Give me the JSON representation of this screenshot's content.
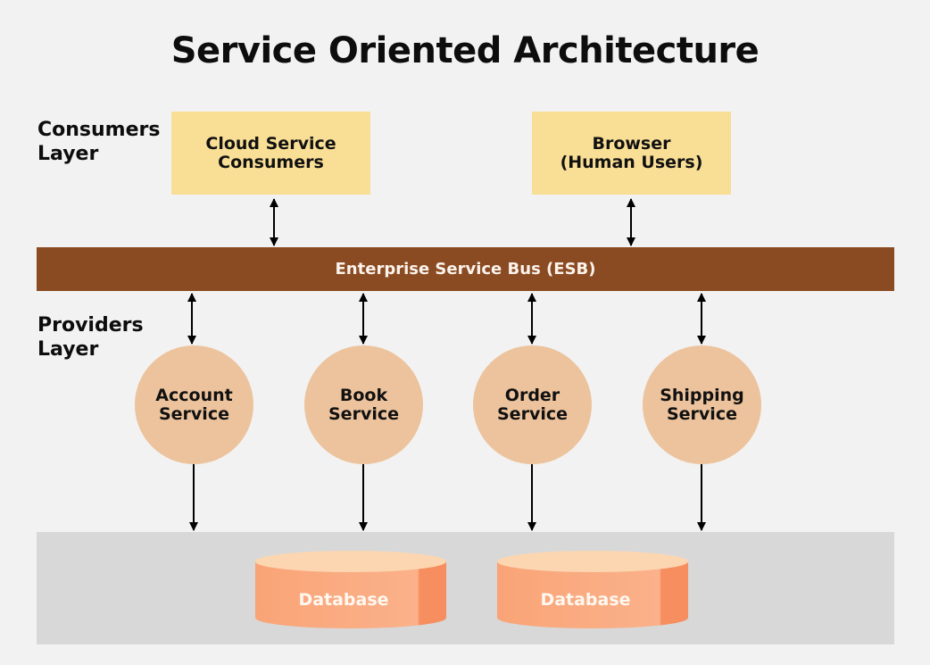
{
  "title": "Service Oriented Architecture",
  "layers": {
    "consumers": "Consumers\nLayer",
    "providers": "Providers\nLayer"
  },
  "consumers": [
    {
      "label": "Cloud Service\nConsumers"
    },
    {
      "label": "Browser\n(Human Users)"
    }
  ],
  "esb": {
    "label": "Enterprise Service Bus (ESB)"
  },
  "services": [
    {
      "label": "Account\nService"
    },
    {
      "label": "Book\nService"
    },
    {
      "label": "Order\nService"
    },
    {
      "label": "Shipping\nService"
    }
  ],
  "databases": [
    {
      "label": "Database"
    },
    {
      "label": "Database"
    }
  ],
  "connections": [
    {
      "from": "Cloud Service Consumers",
      "to": "Enterprise Service Bus (ESB)",
      "direction": "bidirectional"
    },
    {
      "from": "Browser (Human Users)",
      "to": "Enterprise Service Bus (ESB)",
      "direction": "bidirectional"
    },
    {
      "from": "Enterprise Service Bus (ESB)",
      "to": "Account Service",
      "direction": "bidirectional"
    },
    {
      "from": "Enterprise Service Bus (ESB)",
      "to": "Book Service",
      "direction": "bidirectional"
    },
    {
      "from": "Enterprise Service Bus (ESB)",
      "to": "Order Service",
      "direction": "bidirectional"
    },
    {
      "from": "Enterprise Service Bus (ESB)",
      "to": "Shipping Service",
      "direction": "bidirectional"
    },
    {
      "from": "Account Service",
      "to": "Data Layer",
      "direction": "forward"
    },
    {
      "from": "Book Service",
      "to": "Data Layer",
      "direction": "forward"
    },
    {
      "from": "Order Service",
      "to": "Data Layer",
      "direction": "forward"
    },
    {
      "from": "Shipping Service",
      "to": "Data Layer",
      "direction": "forward"
    }
  ],
  "colors": {
    "background": "#f2f2f2",
    "consumer_box": "#f9de95",
    "esb": "#8b4b22",
    "esb_text": "#fbf3ec",
    "service_circle": "#ecc39c",
    "data_region": "#d8d8d8",
    "database_body": "#f9a779",
    "database_top": "#fcd5b0",
    "database_text": "#fff8f0",
    "arrow": "#000000"
  }
}
